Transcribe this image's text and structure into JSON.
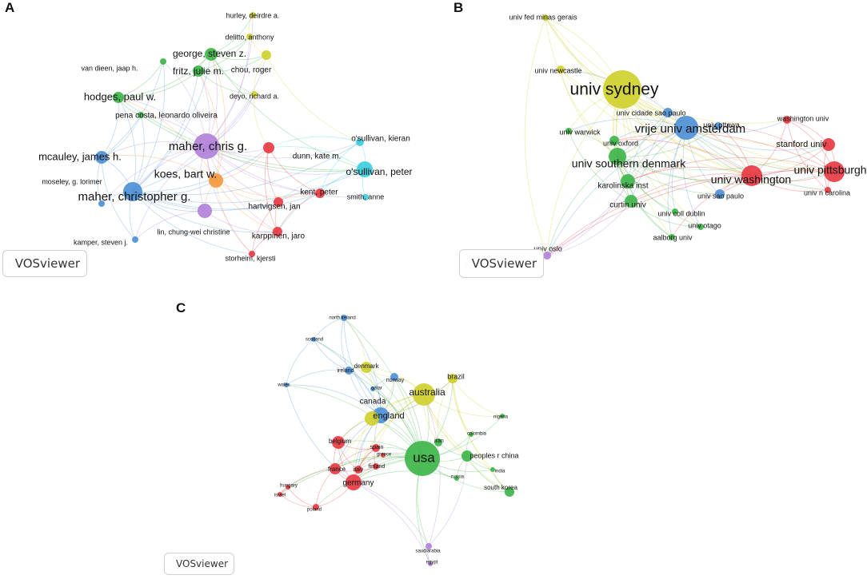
{
  "panels": [
    {
      "letter": "A",
      "logo": "VOSviewer",
      "nodes": [
        {
          "label": "maher, chris g.",
          "cluster": "purple"
        },
        {
          "label": "maher, christopher g.",
          "cluster": "blue"
        },
        {
          "label": "koes, bart w.",
          "cluster": "orange"
        },
        {
          "label": "mcauley, james h.",
          "cluster": "blue"
        },
        {
          "label": "hodges, paul w.",
          "cluster": "green"
        },
        {
          "label": "george, steven z.",
          "cluster": "green"
        },
        {
          "label": "fritz, julie m.",
          "cluster": "green"
        },
        {
          "label": "o'sullivan, peter",
          "cluster": "cyan"
        },
        {
          "label": "o'sullivan, kieran",
          "cluster": "cyan"
        },
        {
          "label": "hurley, deirdre a.",
          "cluster": "yellow"
        },
        {
          "label": "delitto, anthony",
          "cluster": "yellow"
        },
        {
          "label": "chou, roger",
          "cluster": "yellow"
        },
        {
          "label": "deyo, richard a.",
          "cluster": "yellow"
        },
        {
          "label": "van dieen, jaap h.",
          "cluster": "green"
        },
        {
          "label": "pena costa, leonardo oliveira",
          "cluster": "green"
        },
        {
          "label": "dunn, kate m.",
          "cluster": "red"
        },
        {
          "label": "kent, peter",
          "cluster": "red"
        },
        {
          "label": "smith, anne",
          "cluster": "cyan"
        },
        {
          "label": "hartvigsen, jan",
          "cluster": "red"
        },
        {
          "label": "moseley, g. lorimer",
          "cluster": "blue"
        },
        {
          "label": "lin, chung-wei christine",
          "cluster": "purple"
        },
        {
          "label": "karppinen, jaro",
          "cluster": "red"
        },
        {
          "label": "kamper, steven j.",
          "cluster": "blue"
        },
        {
          "label": "storheim, kjersti",
          "cluster": "red"
        }
      ]
    },
    {
      "letter": "B",
      "logo": "VOSviewer",
      "nodes": [
        {
          "label": "univ sydney",
          "cluster": "yellow"
        },
        {
          "label": "vrije univ amsterdam",
          "cluster": "blue"
        },
        {
          "label": "univ southern denmark",
          "cluster": "green"
        },
        {
          "label": "univ washington",
          "cluster": "red"
        },
        {
          "label": "univ pittsburgh",
          "cluster": "red"
        },
        {
          "label": "stanford univ",
          "cluster": "red"
        },
        {
          "label": "washington univ",
          "cluster": "red"
        },
        {
          "label": "univ n carolina",
          "cluster": "red"
        },
        {
          "label": "univ fed minas gerais",
          "cluster": "yellow"
        },
        {
          "label": "univ newcastle",
          "cluster": "yellow"
        },
        {
          "label": "univ cidade sao paulo",
          "cluster": "blue"
        },
        {
          "label": "univ warwick",
          "cluster": "green"
        },
        {
          "label": "univ oxford",
          "cluster": "green"
        },
        {
          "label": "univ ottawa",
          "cluster": "blue"
        },
        {
          "label": "karolinska inst",
          "cluster": "green"
        },
        {
          "label": "univ sao paulo",
          "cluster": "blue"
        },
        {
          "label": "curtin univ",
          "cluster": "green"
        },
        {
          "label": "univ coll dublin",
          "cluster": "green"
        },
        {
          "label": "univ otago",
          "cluster": "green"
        },
        {
          "label": "aalborg univ",
          "cluster": "green"
        },
        {
          "label": "univ oslo",
          "cluster": "purple"
        }
      ]
    },
    {
      "letter": "C",
      "logo": "VOSviewer",
      "nodes": [
        {
          "label": "usa",
          "cluster": "green"
        },
        {
          "label": "australia",
          "cluster": "yellow"
        },
        {
          "label": "england",
          "cluster": "blue"
        },
        {
          "label": "canada",
          "cluster": "yellow"
        },
        {
          "label": "brazil",
          "cluster": "yellow"
        },
        {
          "label": "denmark",
          "cluster": "yellow"
        },
        {
          "label": "norway",
          "cluster": "blue"
        },
        {
          "label": "qatar",
          "cluster": "blue"
        },
        {
          "label": "north ireland",
          "cluster": "blue"
        },
        {
          "label": "scotland",
          "cluster": "blue"
        },
        {
          "label": "ireland",
          "cluster": "blue"
        },
        {
          "label": "wales",
          "cluster": "blue"
        },
        {
          "label": "nigeria",
          "cluster": "green"
        },
        {
          "label": "iran",
          "cluster": "green"
        },
        {
          "label": "colombia",
          "cluster": "green"
        },
        {
          "label": "peoples r china",
          "cluster": "green"
        },
        {
          "label": "india",
          "cluster": "green"
        },
        {
          "label": "russia",
          "cluster": "green"
        },
        {
          "label": "south korea",
          "cluster": "green"
        },
        {
          "label": "belgium",
          "cluster": "red"
        },
        {
          "label": "spain",
          "cluster": "red"
        },
        {
          "label": "greece",
          "cluster": "red"
        },
        {
          "label": "hungary",
          "cluster": "red"
        },
        {
          "label": "france",
          "cluster": "red"
        },
        {
          "label": "italy",
          "cluster": "red"
        },
        {
          "label": "finland",
          "cluster": "red"
        },
        {
          "label": "israel",
          "cluster": "red"
        },
        {
          "label": "poland",
          "cluster": "red"
        },
        {
          "label": "germany",
          "cluster": "red"
        },
        {
          "label": "saudiarabia",
          "cluster": "purple"
        },
        {
          "label": "egypt",
          "cluster": "purple"
        }
      ]
    }
  ],
  "cluster_colors": {
    "red": "#e8363f",
    "green": "#3bb447",
    "blue": "#4a8fd6",
    "yellow": "#cfcf2a",
    "purple": "#b07fd9",
    "cyan": "#38cde0",
    "orange": "#f3973a"
  }
}
